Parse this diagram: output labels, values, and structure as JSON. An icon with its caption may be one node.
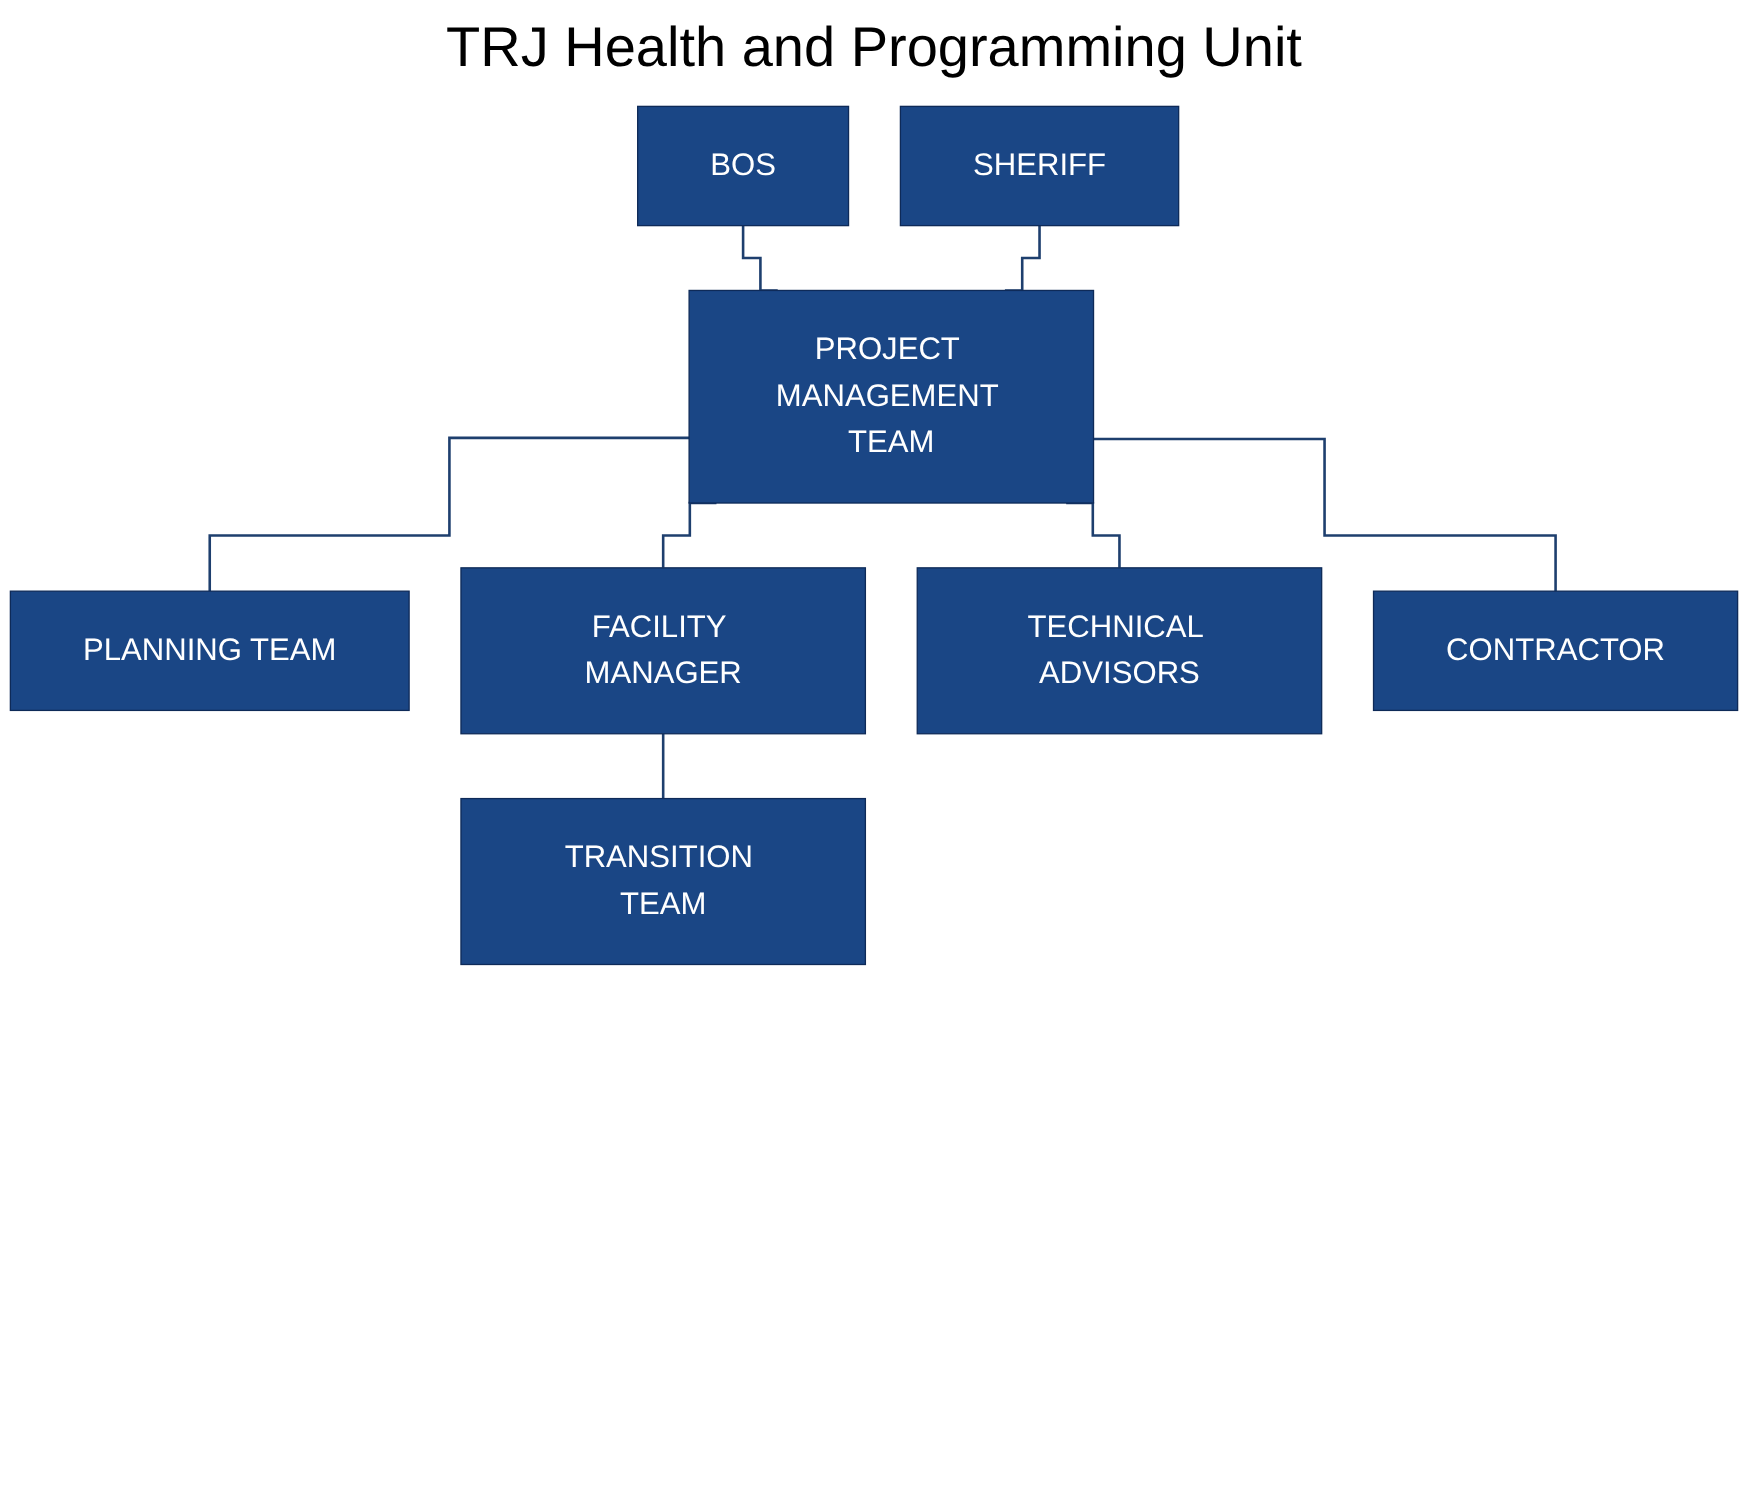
{
  "diagram": {
    "title": "TRJ Health and Programming Unit",
    "nodes": [
      {
        "text": [
          "BOS"
        ]
      },
      {
        "text": [
          "SHERIFF"
        ]
      },
      {
        "text": [
          "PROJECT MANAGEMENT TEAM"
        ]
      },
      {
        "text": [
          "PLANNING TEAM"
        ]
      },
      {
        "text": [
          "FACILITY MANAGER"
        ]
      },
      {
        "text": [
          "TECHNICAL ADVISORS"
        ]
      },
      {
        "text": [
          "CONTRACTOR"
        ]
      },
      {
        "text": [
          "TRANSITION TEAM"
        ]
      }
    ],
    "edges": [
      {
        "from": 0,
        "to": 2,
        "arrow": "none"
      },
      {
        "from": 1,
        "to": 2,
        "arrow": "none"
      },
      {
        "from": 2,
        "to": 3,
        "arrow": "none"
      },
      {
        "from": 2,
        "to": 4,
        "arrow": "none"
      },
      {
        "from": 2,
        "to": 5,
        "arrow": "none"
      },
      {
        "from": 2,
        "to": 6,
        "arrow": "none"
      },
      {
        "from": 4,
        "to": 7,
        "arrow": "none"
      }
    ]
  }
}
